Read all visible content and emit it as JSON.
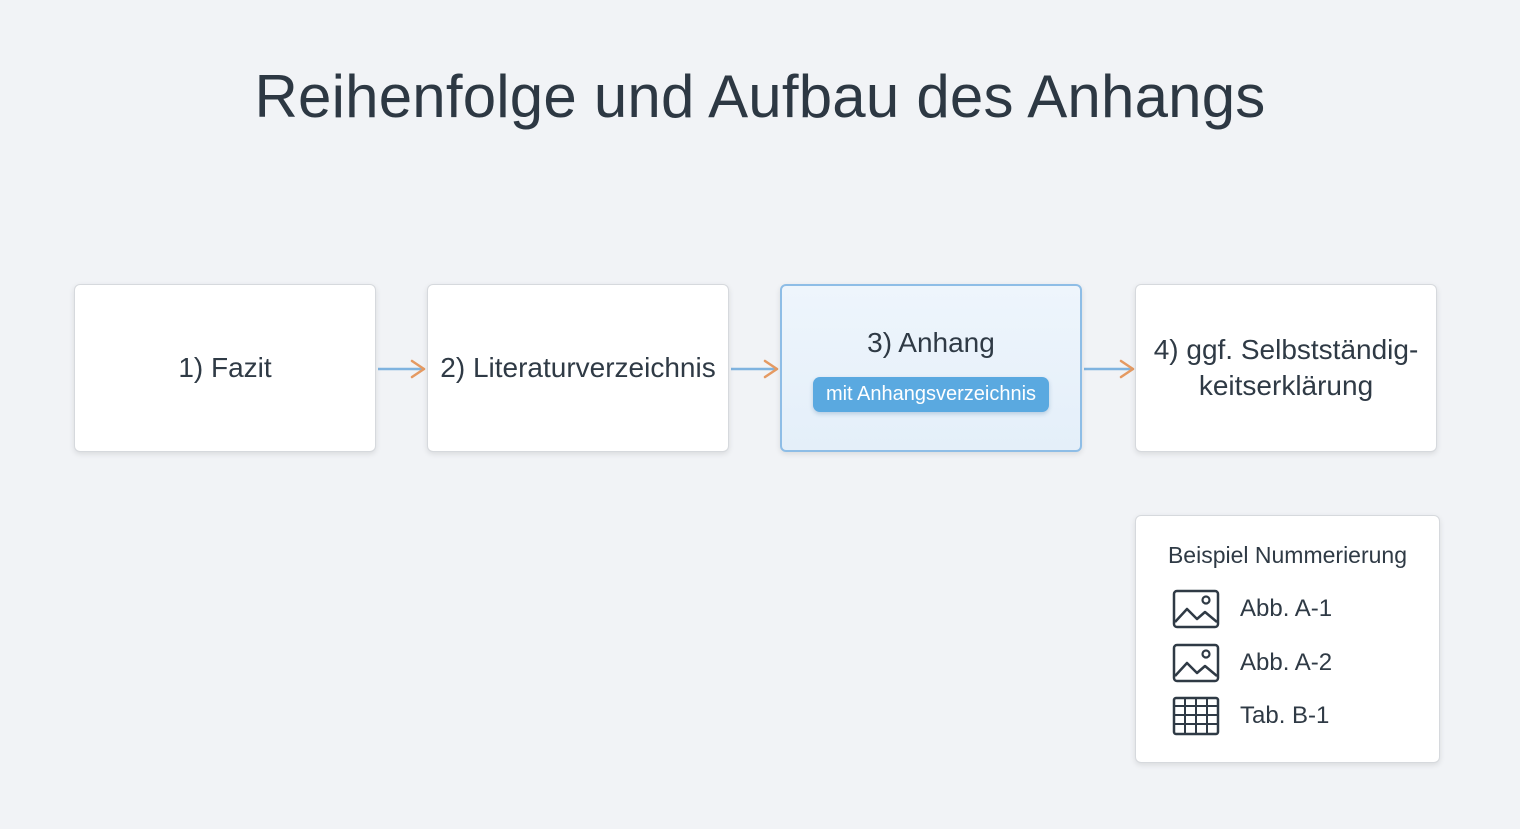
{
  "title": "Reihenfolge und Aufbau des Anhangs",
  "steps": [
    {
      "label": "1) Fazit"
    },
    {
      "label": "2) Literaturverzeichnis"
    },
    {
      "label": "3) Anhang",
      "badge": "mit Anhangsverzeichnis",
      "highlighted": true
    },
    {
      "label_line1": "4) ggf. Selbstständig-",
      "label_line2": "keitserklärung"
    }
  ],
  "legend": {
    "title": "Beispiel Nummerierung",
    "items": [
      {
        "icon": "image-icon",
        "label": "Abb. A-1"
      },
      {
        "icon": "image-icon",
        "label": "Abb. A-2"
      },
      {
        "icon": "table-icon",
        "label": "Tab. B-1"
      }
    ]
  },
  "colors": {
    "arrow_line": "#7fb3df",
    "arrow_head": "#e59a62",
    "badge": "#5aa9e0",
    "highlight_border": "#8ebde6"
  }
}
